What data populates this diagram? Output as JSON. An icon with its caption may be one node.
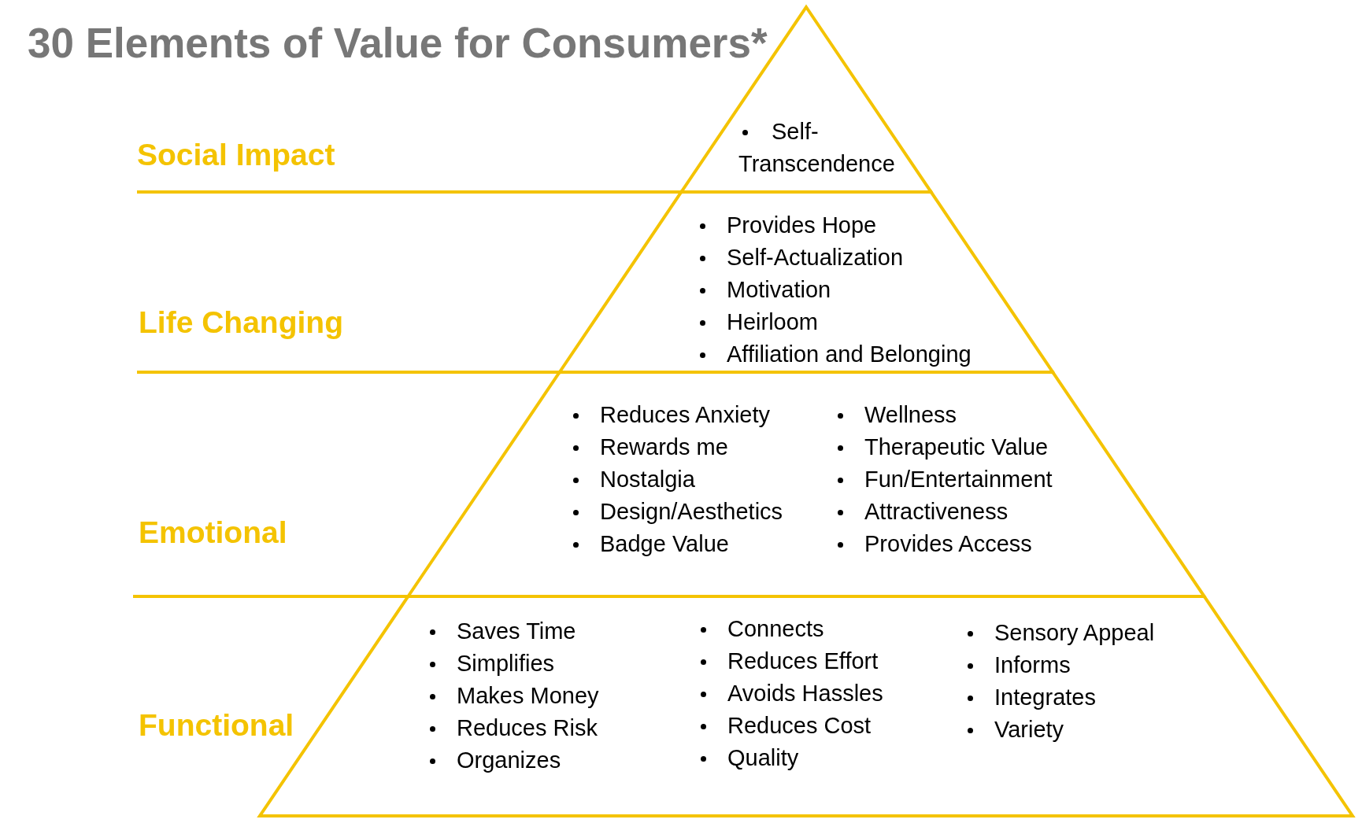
{
  "diagram": {
    "title": "30 Elements of Value for Consumers*",
    "nodes": [
      {
        "text": [
          "Social Impact",
          "Self-Transcendence"
        ]
      },
      {
        "text": [
          "Life Changing",
          "Provides Hope",
          "Self-Actualization",
          "Motivation",
          "Heirloom",
          "Affiliation and Belonging"
        ]
      },
      {
        "text": [
          "Emotional",
          "Reduces Anxiety",
          "Rewards me",
          "Nostalgia",
          "Design/Aesthetics",
          "Badge Value",
          "Wellness",
          "Therapeutic Value",
          "Fun/Entertainment",
          "Attractiveness",
          "Provides Access"
        ]
      },
      {
        "text": [
          "Functional",
          "Saves Time",
          "Simplifies",
          "Makes Money",
          "Reduces Risk",
          "Organizes",
          "Connects",
          "Reduces Effort",
          "Avoids Hassles",
          "Reduces Cost",
          "Quality",
          "Sensory Appeal",
          "Informs",
          "Integrates",
          "Variety"
        ]
      }
    ]
  }
}
